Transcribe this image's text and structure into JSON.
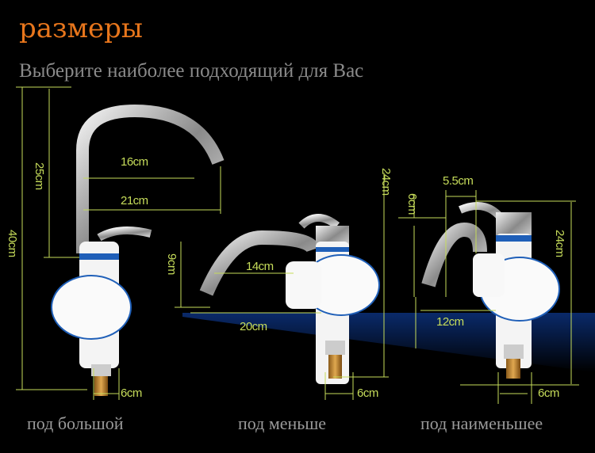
{
  "title": "размеры",
  "subtitle": "Выберите наиболее подходящий для Вас",
  "colors": {
    "title": "#e8761c",
    "dimension": "#c6dc5a",
    "stripe": "#1f5fb8"
  },
  "models": [
    {
      "caption": "под большой",
      "dims": {
        "height": "40cm",
        "spout_height": "25cm",
        "reach_inner": "16cm",
        "reach_outer": "21cm",
        "base": "6cm"
      }
    },
    {
      "caption": "под меньше",
      "dims": {
        "height": "24cm",
        "spout_height": "9cm",
        "reach_inner": "14cm",
        "reach_outer": "20cm",
        "base": "6cm"
      }
    },
    {
      "caption": "под наименьшее",
      "dims": {
        "height": "24cm",
        "spout_height": "6cm",
        "spout_offset": "5.5cm",
        "reach_outer": "12cm",
        "base": "6cm"
      }
    }
  ]
}
